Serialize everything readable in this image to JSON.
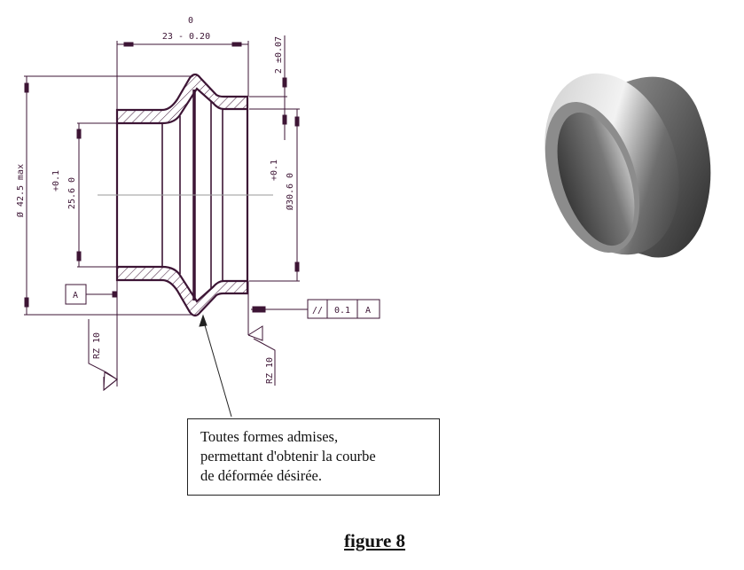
{
  "drawing": {
    "length_tol_upper": "0",
    "length_dim": "23 - 0.20",
    "flange_dim": "2 ±0.07",
    "outer_dia": "Ø 42.5 max",
    "bore_left_tol": "+0.1",
    "bore_left_dim": "25.6  0",
    "bore_right_tol": "+0.1",
    "bore_right_dim": "Ø30.6  0",
    "datum_label": "A",
    "tolerance_frame": {
      "symbol": "//",
      "value": "0.1",
      "datum": "A"
    },
    "roughness_left": "RZ 10",
    "roughness_right": "RZ 10"
  },
  "note": {
    "lines": [
      "Toutes formes admises,",
      "permettant d'obtenir la courbe",
      "de déformée désirée."
    ]
  },
  "caption": "figure 8",
  "colors": {
    "drawing": "#3d1535",
    "centerline": "#9a9a9a"
  }
}
